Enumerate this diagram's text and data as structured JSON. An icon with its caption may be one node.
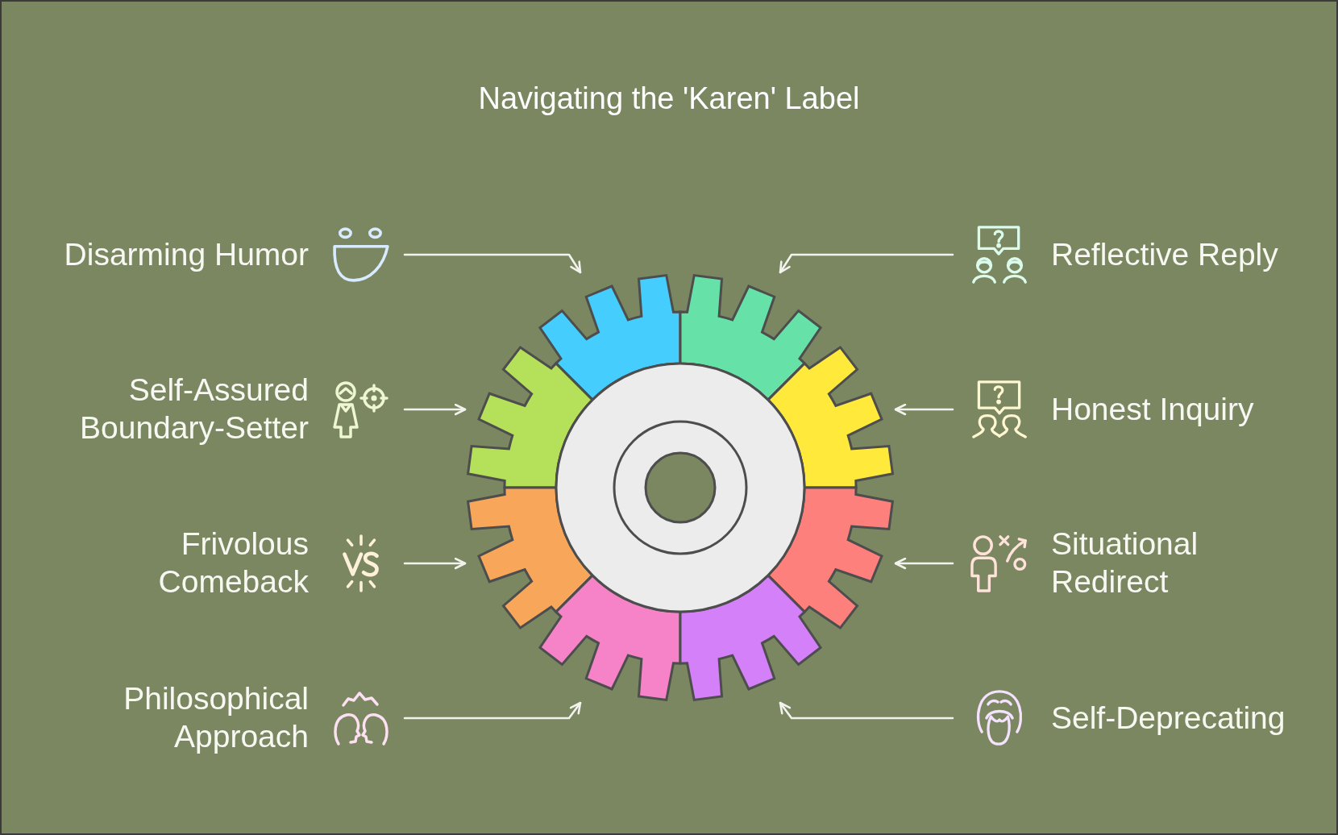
{
  "diagram": {
    "title": "Navigating the 'Karen' Label",
    "nodes": [
      {
        "text": [
          "Disarming Humor"
        ]
      },
      {
        "text": [
          "Reflective Reply"
        ]
      },
      {
        "text": [
          "Self-Assured Boundary-Setter"
        ]
      },
      {
        "text": [
          "Honest Inquiry"
        ]
      },
      {
        "text": [
          "Frivolous Comeback"
        ]
      },
      {
        "text": [
          "Situational Redirect"
        ]
      },
      {
        "text": [
          "Philosophical Approach"
        ]
      },
      {
        "text": [
          "Self-Deprecating"
        ]
      },
      {
        "text": [],
        "shape": "wedge"
      },
      {
        "text": [],
        "shape": "wedge"
      },
      {
        "text": [],
        "shape": "wedge"
      },
      {
        "text": [],
        "shape": "wedge"
      },
      {
        "text": [],
        "shape": "wedge"
      },
      {
        "text": [],
        "shape": "wedge"
      },
      {
        "text": [],
        "shape": "wedge"
      },
      {
        "text": [],
        "shape": "wedge"
      }
    ],
    "edges": [
      {
        "from": 0,
        "to": 8,
        "arrow": "to"
      },
      {
        "from": 1,
        "to": 9,
        "arrow": "to"
      },
      {
        "from": 2,
        "to": 10,
        "arrow": "to"
      },
      {
        "from": 3,
        "to": 11,
        "arrow": "to"
      },
      {
        "from": 4,
        "to": 12,
        "arrow": "to"
      },
      {
        "from": 5,
        "to": 13,
        "arrow": "to"
      },
      {
        "from": 6,
        "to": 14,
        "arrow": "to"
      },
      {
        "from": 7,
        "to": 15,
        "arrow": "to"
      }
    ]
  }
}
